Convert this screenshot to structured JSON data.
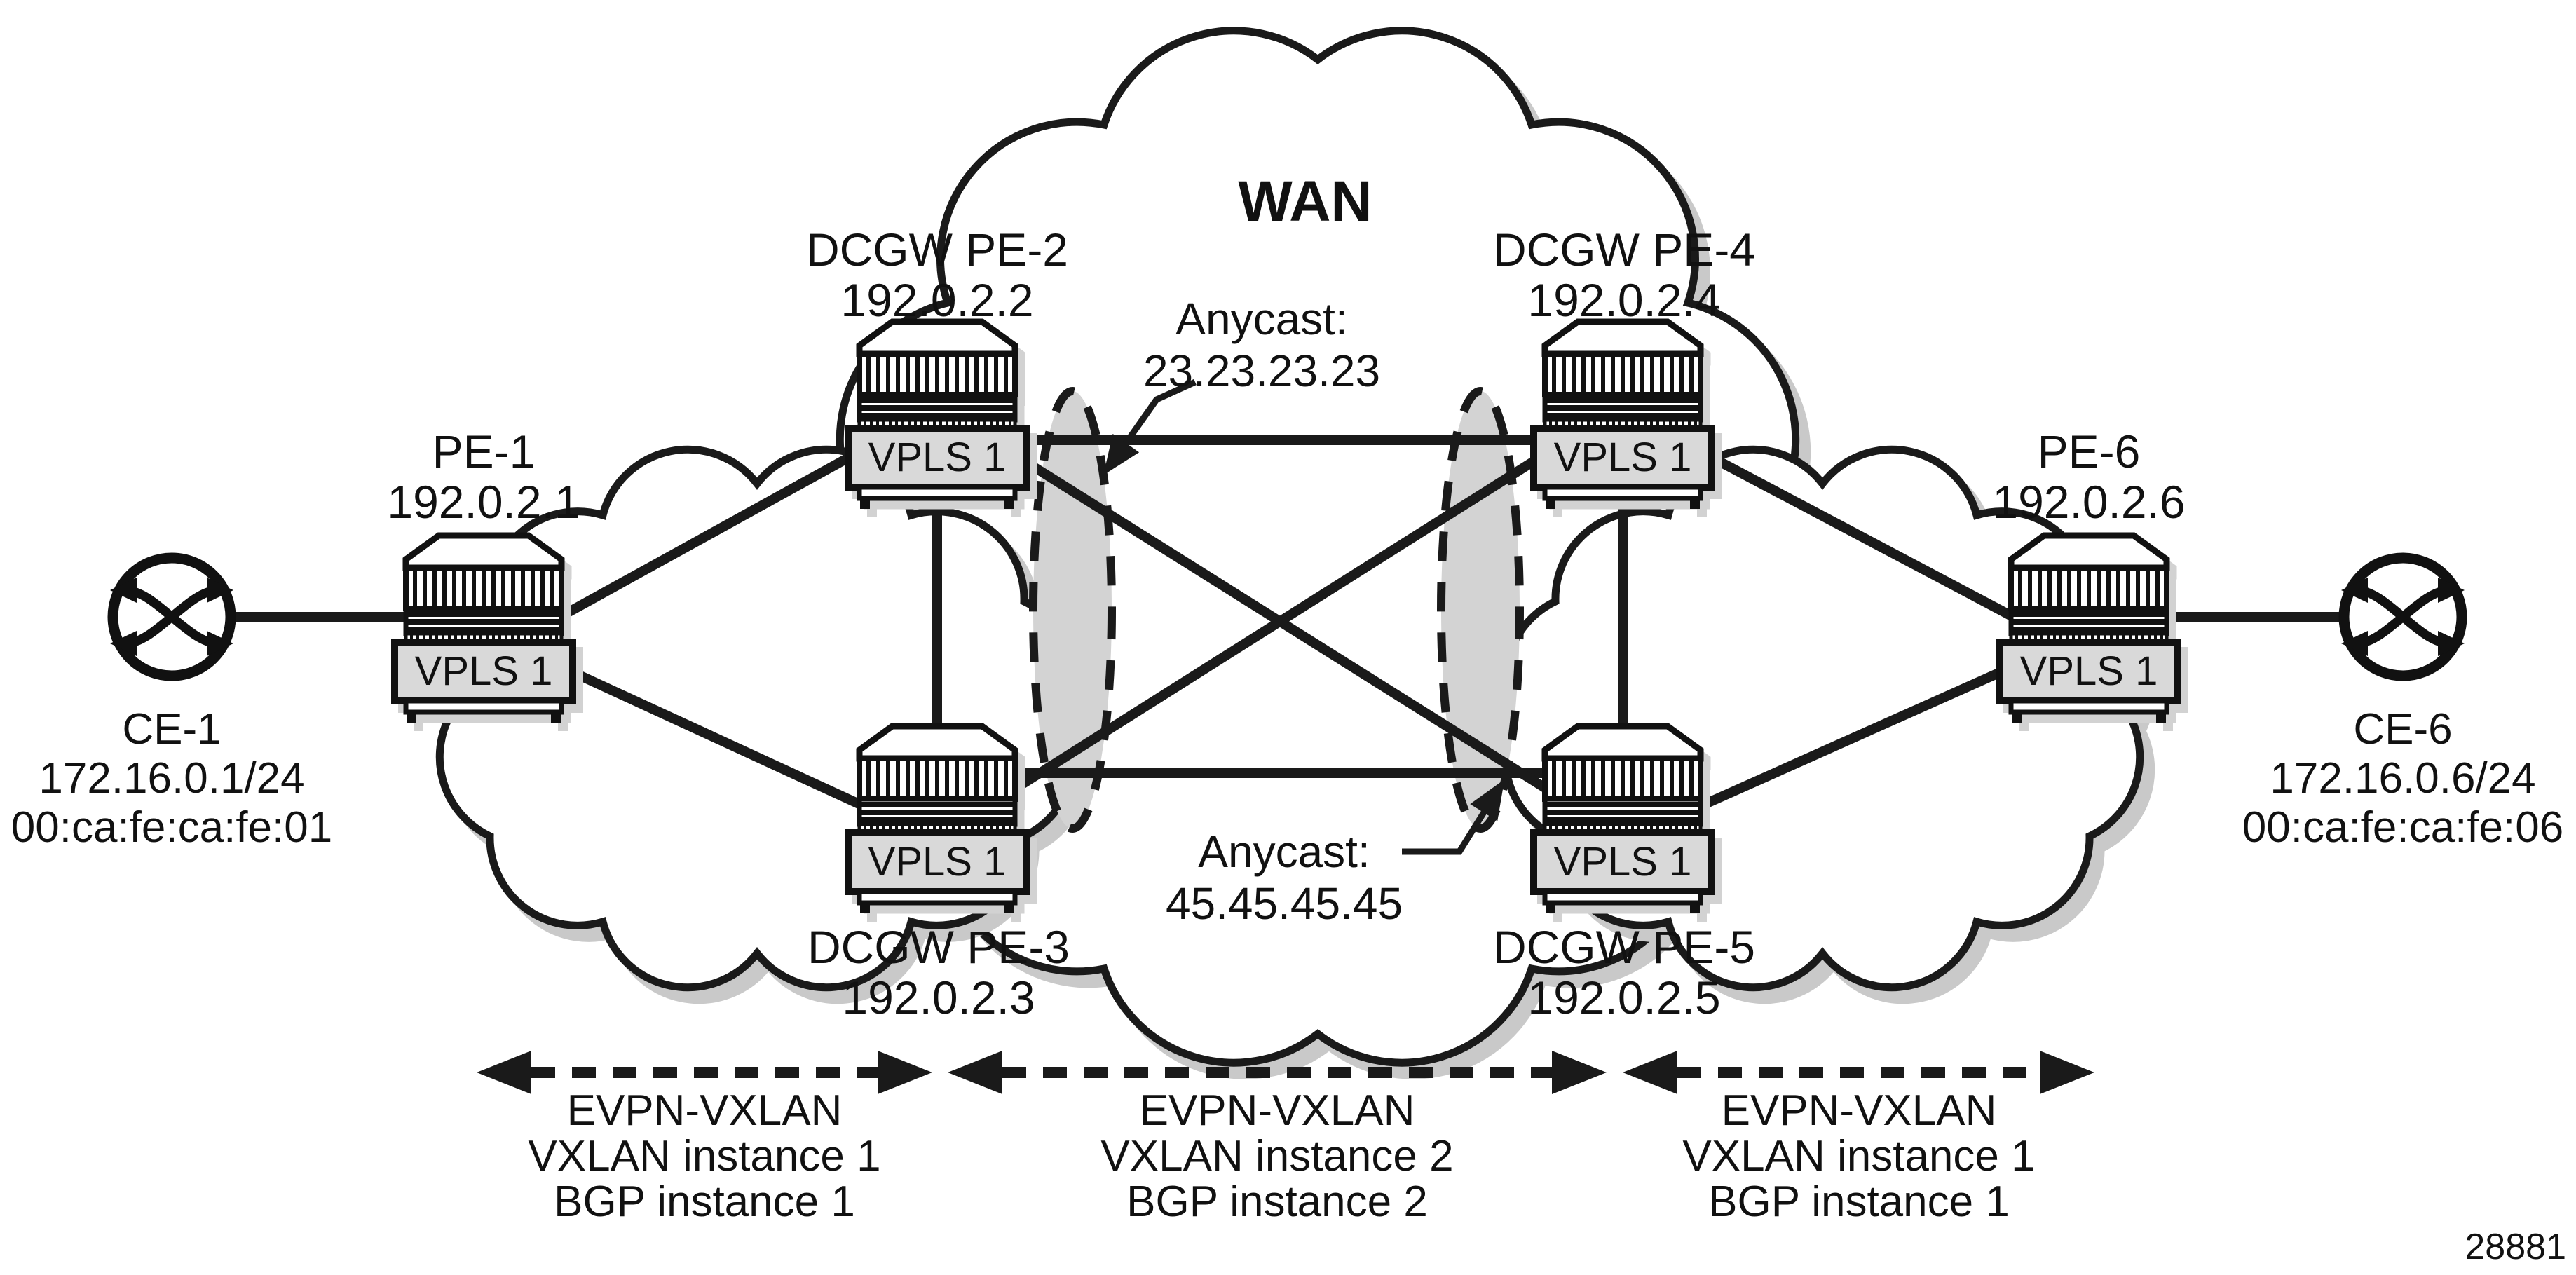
{
  "wan": {
    "label": "WAN"
  },
  "anycast_top": {
    "label": "Anycast:",
    "address": "23.23.23.23"
  },
  "anycast_bottom": {
    "label": "Anycast:",
    "address": "45.45.45.45"
  },
  "nodes": {
    "ce1": {
      "name": "CE-1",
      "ip": "172.16.0.1/24",
      "mac": "00:ca:fe:ca:fe:01"
    },
    "pe1": {
      "name": "PE-1",
      "ip": "192.0.2.1",
      "vpls": "VPLS 1"
    },
    "pe2": {
      "name": "DCGW PE-2",
      "ip": "192.0.2.2",
      "vpls": "VPLS 1"
    },
    "pe3": {
      "name": "DCGW PE-3",
      "ip": "192.0.2.3",
      "vpls": "VPLS 1"
    },
    "pe4": {
      "name": "DCGW PE-4",
      "ip": "192.0.2.4",
      "vpls": "VPLS 1"
    },
    "pe5": {
      "name": "DCGW PE-5",
      "ip": "192.0.2.5",
      "vpls": "VPLS 1"
    },
    "pe6": {
      "name": "PE-6",
      "ip": "192.0.2.6",
      "vpls": "VPLS 1"
    },
    "ce6": {
      "name": "CE-6",
      "ip": "172.16.0.6/24",
      "mac": "00:ca:fe:ca:fe:06"
    }
  },
  "segments": {
    "left": {
      "lines": [
        "EVPN-VXLAN",
        "VXLAN instance 1",
        "BGP instance 1"
      ]
    },
    "middle": {
      "lines": [
        "EVPN-VXLAN",
        "VXLAN instance 2",
        "BGP instance 2"
      ]
    },
    "right": {
      "lines": [
        "EVPN-VXLAN",
        "VXLAN instance 1",
        "BGP instance 1"
      ]
    }
  },
  "figure_number": "28881",
  "icons": {
    "ce_router": "circle-with-crossed-arrows",
    "pe_router": "striped-router-stack",
    "wan_cloud": "cloud",
    "dc_cloud": "cloud",
    "anycast_group": "dashed-ellipse"
  },
  "colors": {
    "line": "#1a1a1a",
    "vpls_fill": "#d9d9d9",
    "ellipse_fill": "#d3d3d3",
    "shadow": "#c9c9c9",
    "background": "#ffffff"
  }
}
